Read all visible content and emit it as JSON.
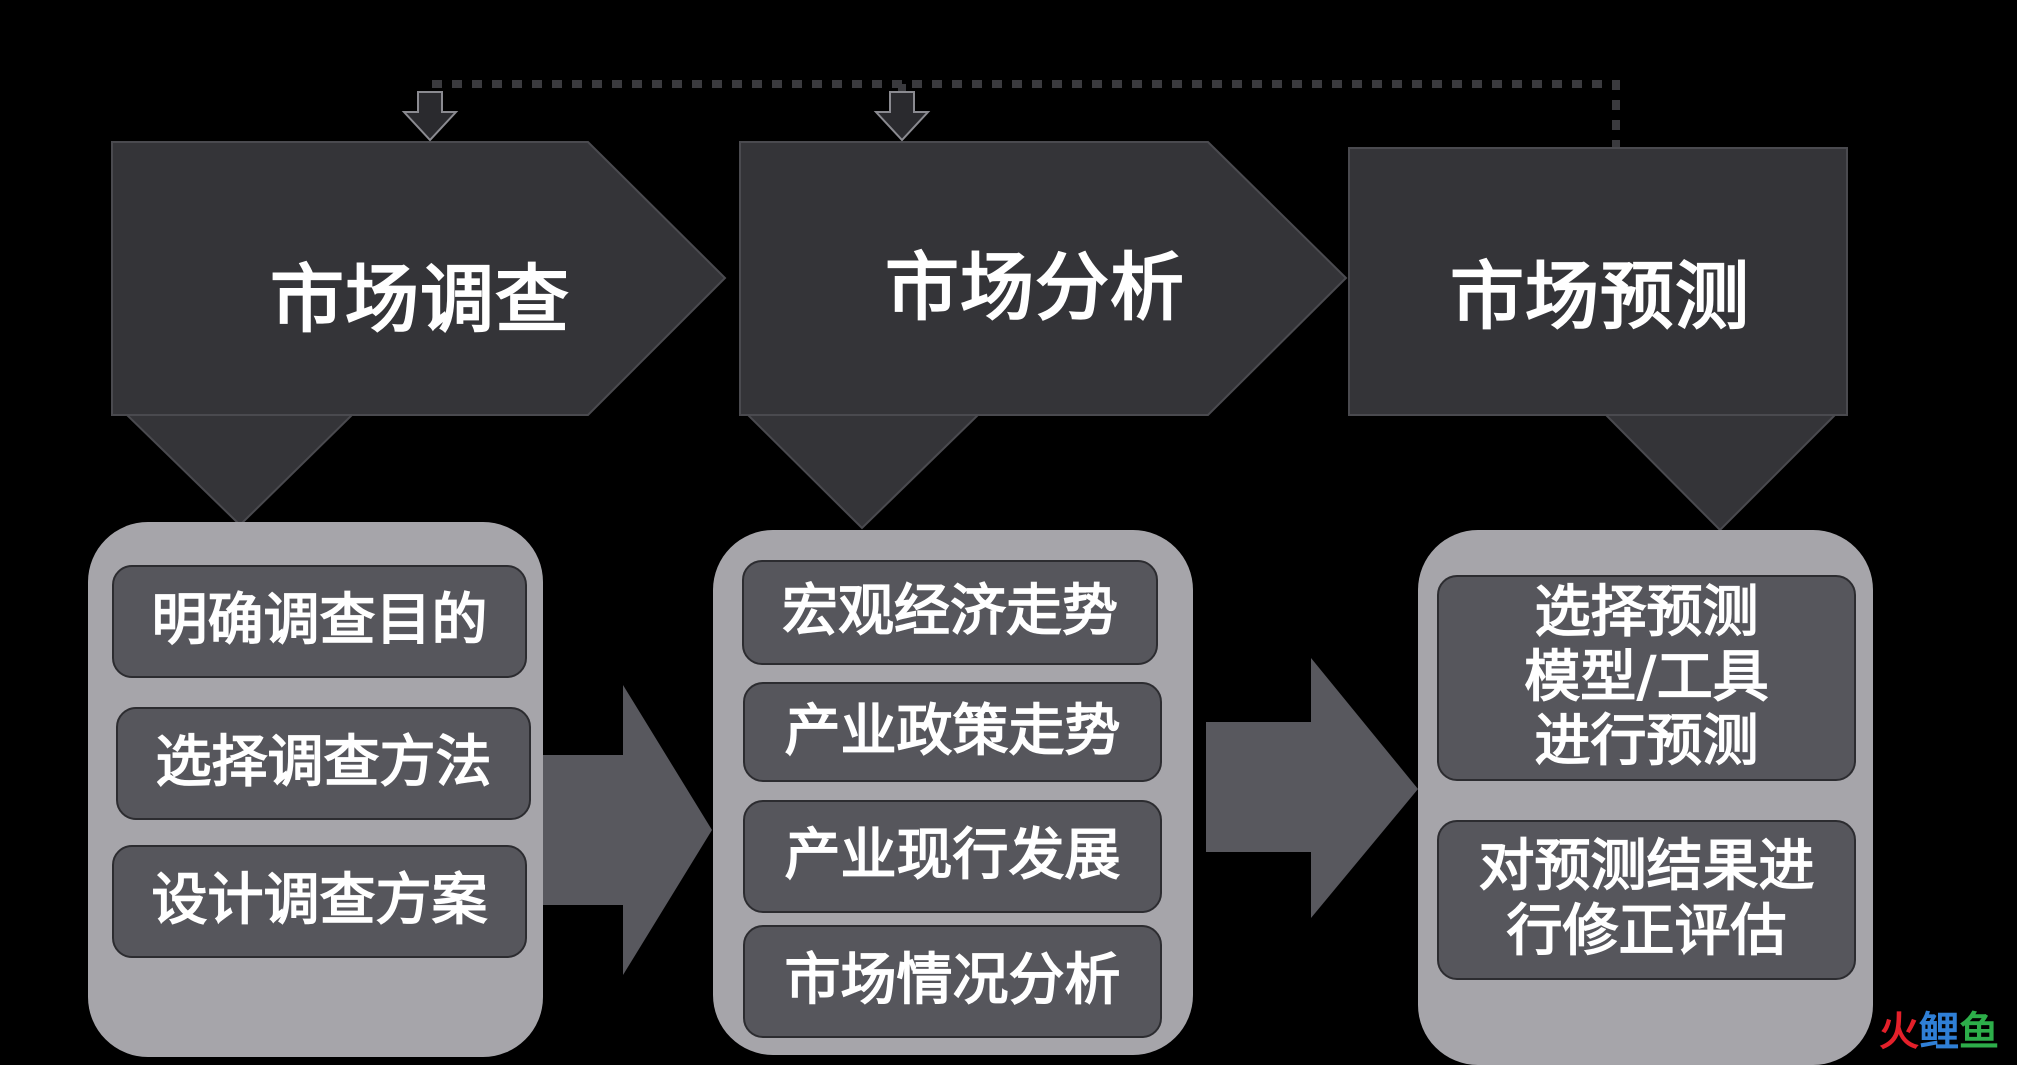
{
  "steps": [
    {
      "title": "市场调查",
      "items": [
        "明确调查目的",
        "选择调查方法",
        "设计调查方案"
      ]
    },
    {
      "title": "市场分析",
      "items": [
        "宏观经济走势",
        "产业政策走势",
        "产业现行发展",
        "市场情况分析"
      ]
    },
    {
      "title": "市场预测",
      "items": [
        "选择预测\n模型/工具\n进行预测",
        "对预测结果进\n行修正评估"
      ]
    }
  ],
  "watermark": {
    "char1": "火",
    "char2": "鲤",
    "char3": "鱼"
  }
}
